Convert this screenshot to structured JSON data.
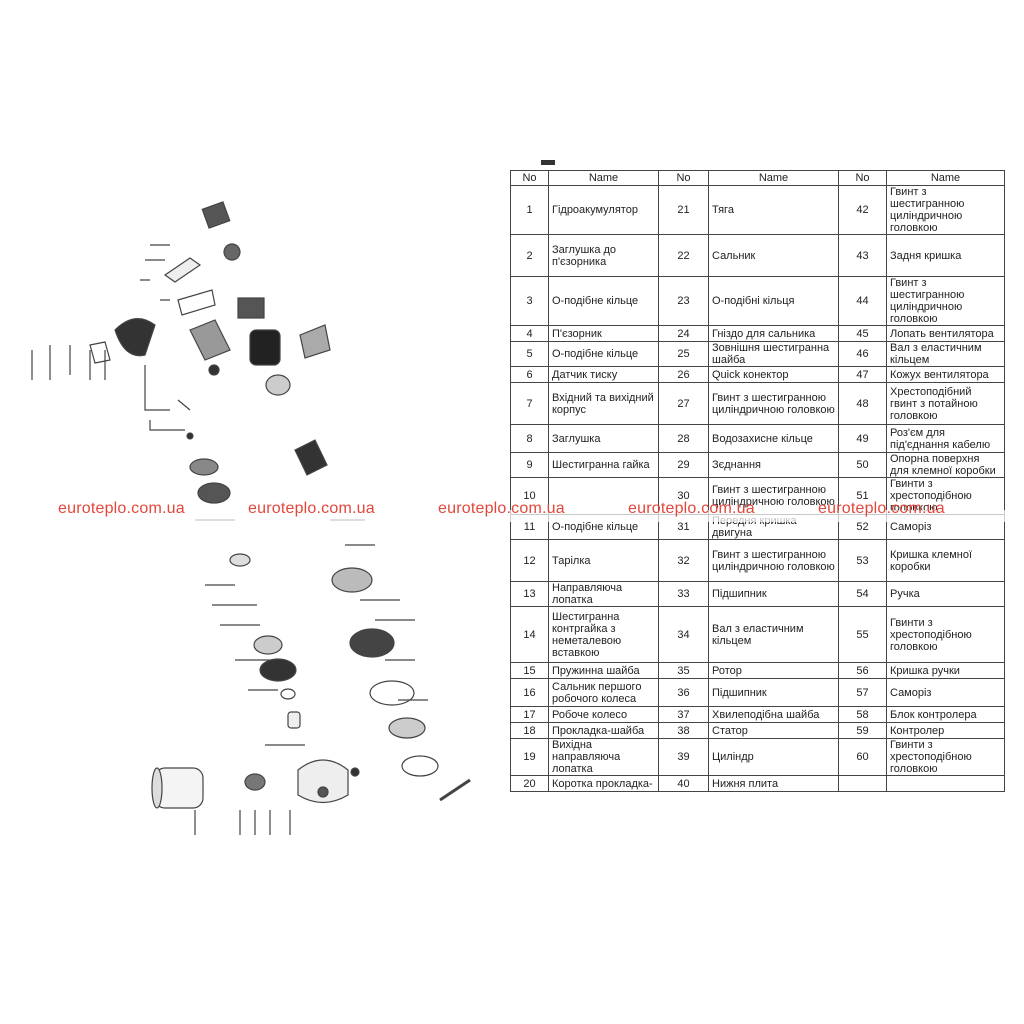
{
  "table": {
    "headers": [
      "No",
      "Name",
      "No",
      "Name",
      "No",
      "Name"
    ],
    "rows": [
      [
        "1",
        "Гідроакумулятор",
        "21",
        "Тяга",
        "42",
        "Гвинт з шестигранною циліндричною головкою"
      ],
      [
        "2",
        "Заглушка до п'єзорника",
        "22",
        "Сальник",
        "43",
        "Задня кришка"
      ],
      [
        "3",
        "О-подібне кільце",
        "23",
        "О-подібні кільця",
        "44",
        "Гвинт з шестигранною циліндричною головкою"
      ],
      [
        "4",
        "П'єзорник",
        "24",
        "Гніздо для сальника",
        "45",
        "Лопать вентилятора"
      ],
      [
        "5",
        "О-подібне кільце",
        "25",
        "Зовнішня шестигранна шайба",
        "46",
        "Вал з еластичним кільцем"
      ],
      [
        "6",
        "Датчик тиску",
        "26",
        "Quick конектор",
        "47",
        "Кожух вентилятора"
      ],
      [
        "7",
        "Вхідний та вихідний корпус",
        "27",
        "Гвинт з шестигранною циліндричною головкою",
        "48",
        "Хрестоподібний гвинт з потайною головкою"
      ],
      [
        "8",
        "Заглушка",
        "28",
        "Водозахисне кільце",
        "49",
        "Роз'єм для під'єднання кабелю"
      ],
      [
        "9",
        "Шестигранна гайка",
        "29",
        "Зєднання",
        "50",
        "Опорна поверхня для клемної коробки"
      ],
      [
        "10",
        "",
        "30",
        "Гвинт з шестигранною циліндричною головкою",
        "51",
        "Гвинти з хрестоподібною головкою"
      ],
      [
        "11",
        "О-подібне кільце",
        "31",
        "Передня кришка двигуна",
        "52",
        "Саморіз"
      ],
      [
        "12",
        "Тарілка",
        "32",
        "Гвинт з шестигранною циліндричною головкою",
        "53",
        "Кришка клемної коробки"
      ],
      [
        "13",
        "Направляюча лопатка",
        "33",
        "Підшипник",
        "54",
        "Ручка"
      ],
      [
        "14",
        "Шестигранна контргайка з неметалевою вставкою",
        "34",
        "Вал з еластичним кільцем",
        "55",
        "Гвинти з хрестоподібною головкою"
      ],
      [
        "15",
        "Пружинна шайба",
        "35",
        "Ротор",
        "56",
        "Кришка ручки"
      ],
      [
        "16",
        "Сальник першого робочого колеса",
        "36",
        "Підшипник",
        "57",
        "Саморіз"
      ],
      [
        "17",
        "Робоче колесо",
        "37",
        "Хвилеподібна шайба",
        "58",
        "Блок контролера"
      ],
      [
        "18",
        "Прокладка-шайба",
        "38",
        "Статор",
        "59",
        "Контролер"
      ],
      [
        "19",
        "Вихідна направляюча лопатка",
        "39",
        "Циліндр",
        "60",
        "Гвинти з хрестоподібною головкою"
      ],
      [
        "20",
        "Коротка прокладка-",
        "40",
        "Нижня плита",
        "",
        ""
      ]
    ]
  },
  "watermark": {
    "text": "euroteplo.com.ua",
    "color": "#e3473c"
  },
  "diagram": {
    "label": "exploded-view"
  }
}
